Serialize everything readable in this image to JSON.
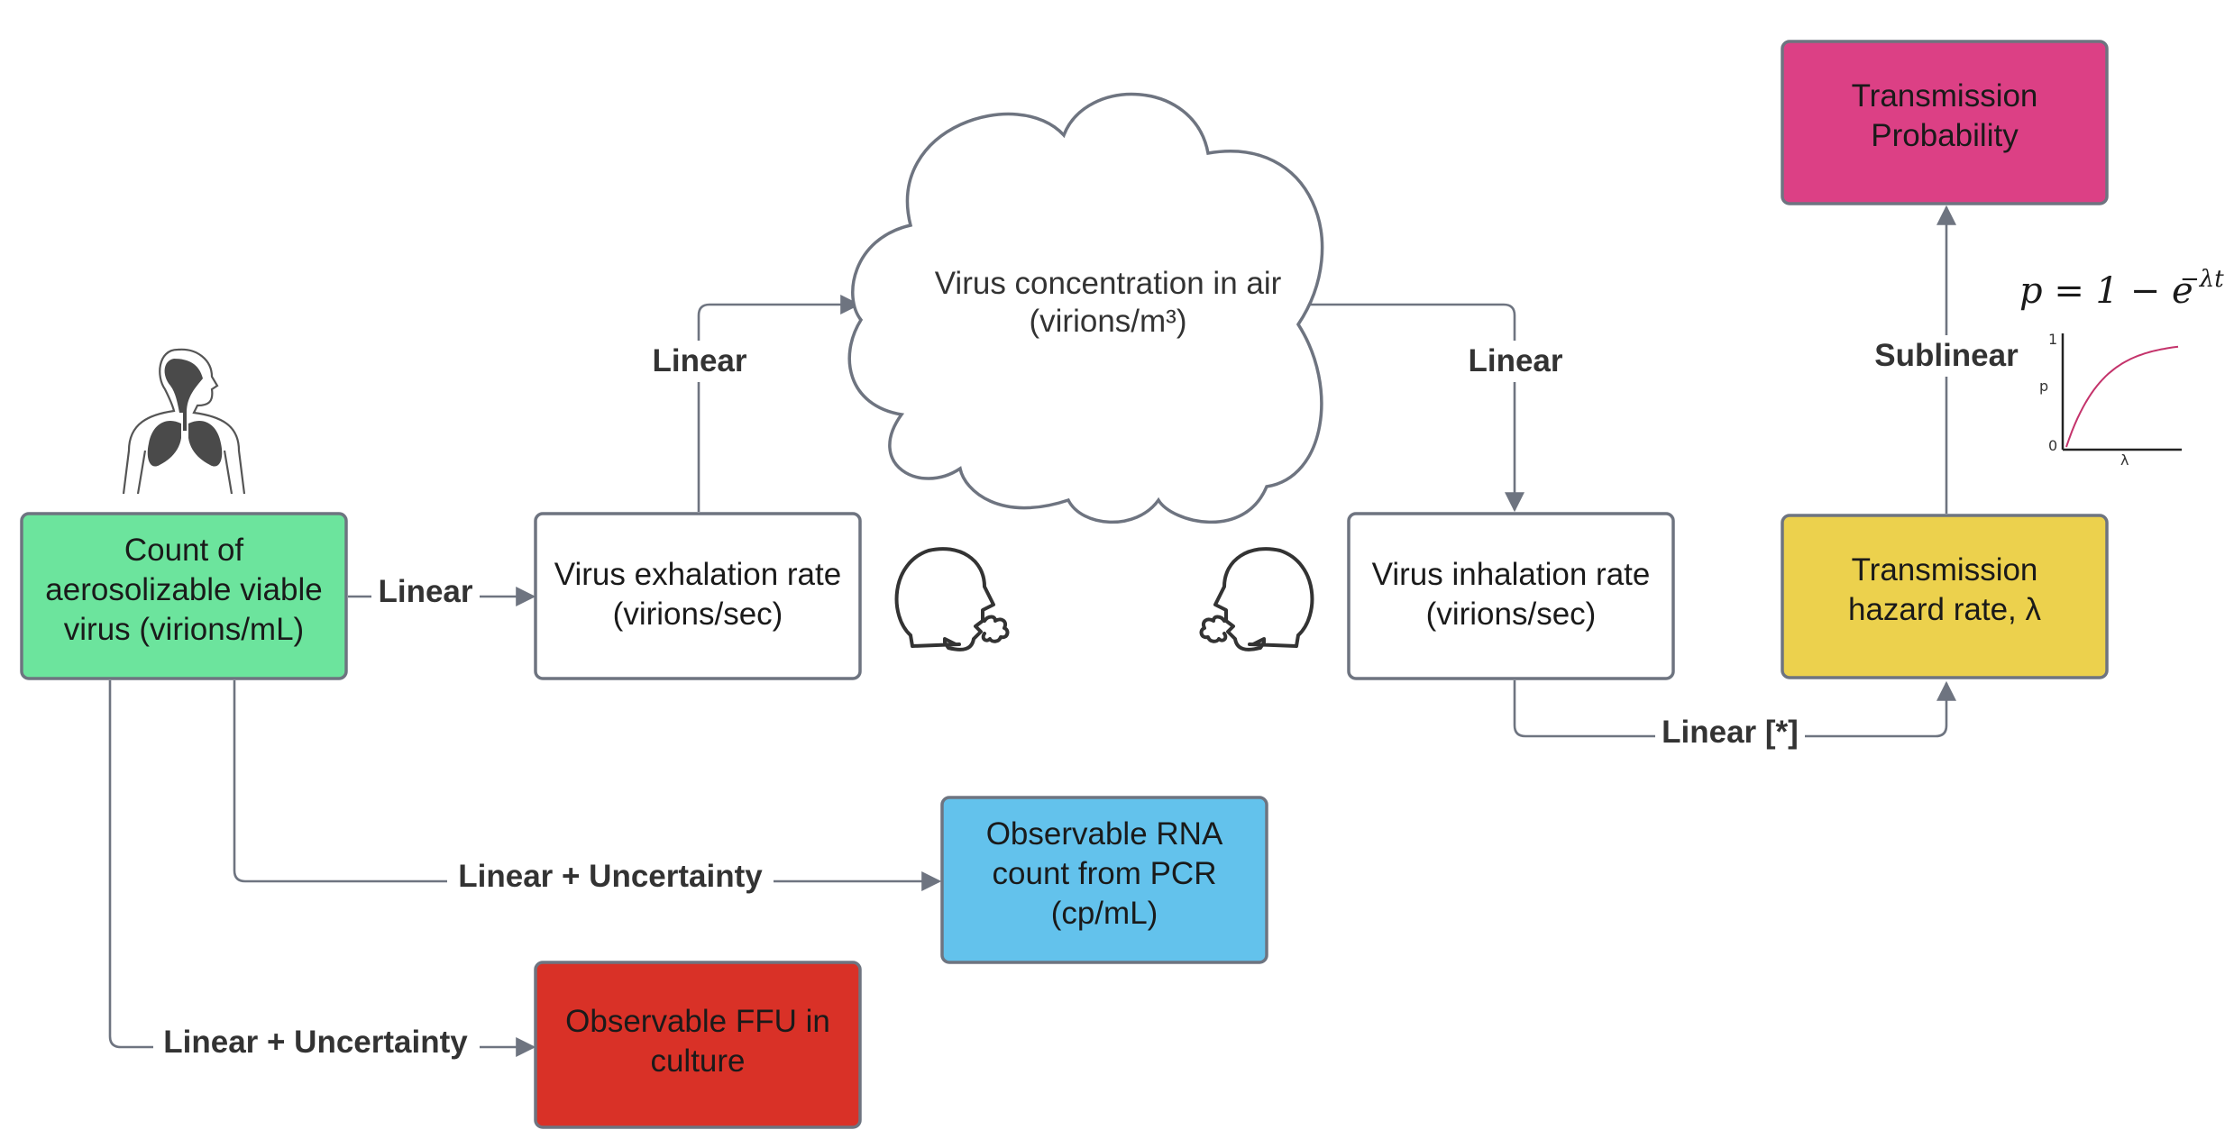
{
  "nodes": {
    "count": {
      "lines": [
        "Count of",
        "aerosolizable viable",
        "virus (virions/mL)"
      ],
      "fill": "#6ce49d"
    },
    "exhalation": {
      "lines": [
        "Virus exhalation rate",
        "(virions/sec)"
      ],
      "fill": "#ffffff"
    },
    "cloud": {
      "lines": [
        "Virus concentration in air",
        "(virions/m³)"
      ]
    },
    "inhalation": {
      "lines": [
        "Virus inhalation rate",
        "(virions/sec)"
      ],
      "fill": "#ffffff"
    },
    "hazard": {
      "lines": [
        "Transmission",
        "hazard rate, λ"
      ],
      "fill": "#ecd14d"
    },
    "probability": {
      "lines": [
        "Transmission",
        "Probability"
      ],
      "fill": "#dc4085"
    },
    "rna": {
      "lines": [
        "Observable RNA",
        "count from PCR",
        "(cp/mL)"
      ],
      "fill": "#63c2ec"
    },
    "ffu": {
      "lines": [
        "Observable FFU in",
        "culture"
      ],
      "fill": "#d93127"
    }
  },
  "edges": {
    "count_to_exhalation": "Linear",
    "exhalation_to_cloud": "Linear",
    "cloud_to_inhalation": "Linear",
    "inhalation_to_hazard": "Linear [*]",
    "hazard_to_probability": "Sublinear",
    "count_to_rna": "Linear + Uncertainty",
    "count_to_ffu": "Linear + Uncertainty"
  },
  "formula": {
    "base": "p = 1 − e",
    "exponent": "−λt"
  },
  "mini_chart": {
    "y_label": "p",
    "x_label": "λ",
    "y_tick_top": "1",
    "y_tick_bottom": "0",
    "curve_color": "#c4336b",
    "function": "p = 1 - exp(-lambda)"
  },
  "icons": [
    "lungs-body-icon",
    "exhaling-head-icon",
    "inhaling-head-icon"
  ],
  "colors": {
    "connector": "#6e7480",
    "box_border": "#6e7480"
  }
}
